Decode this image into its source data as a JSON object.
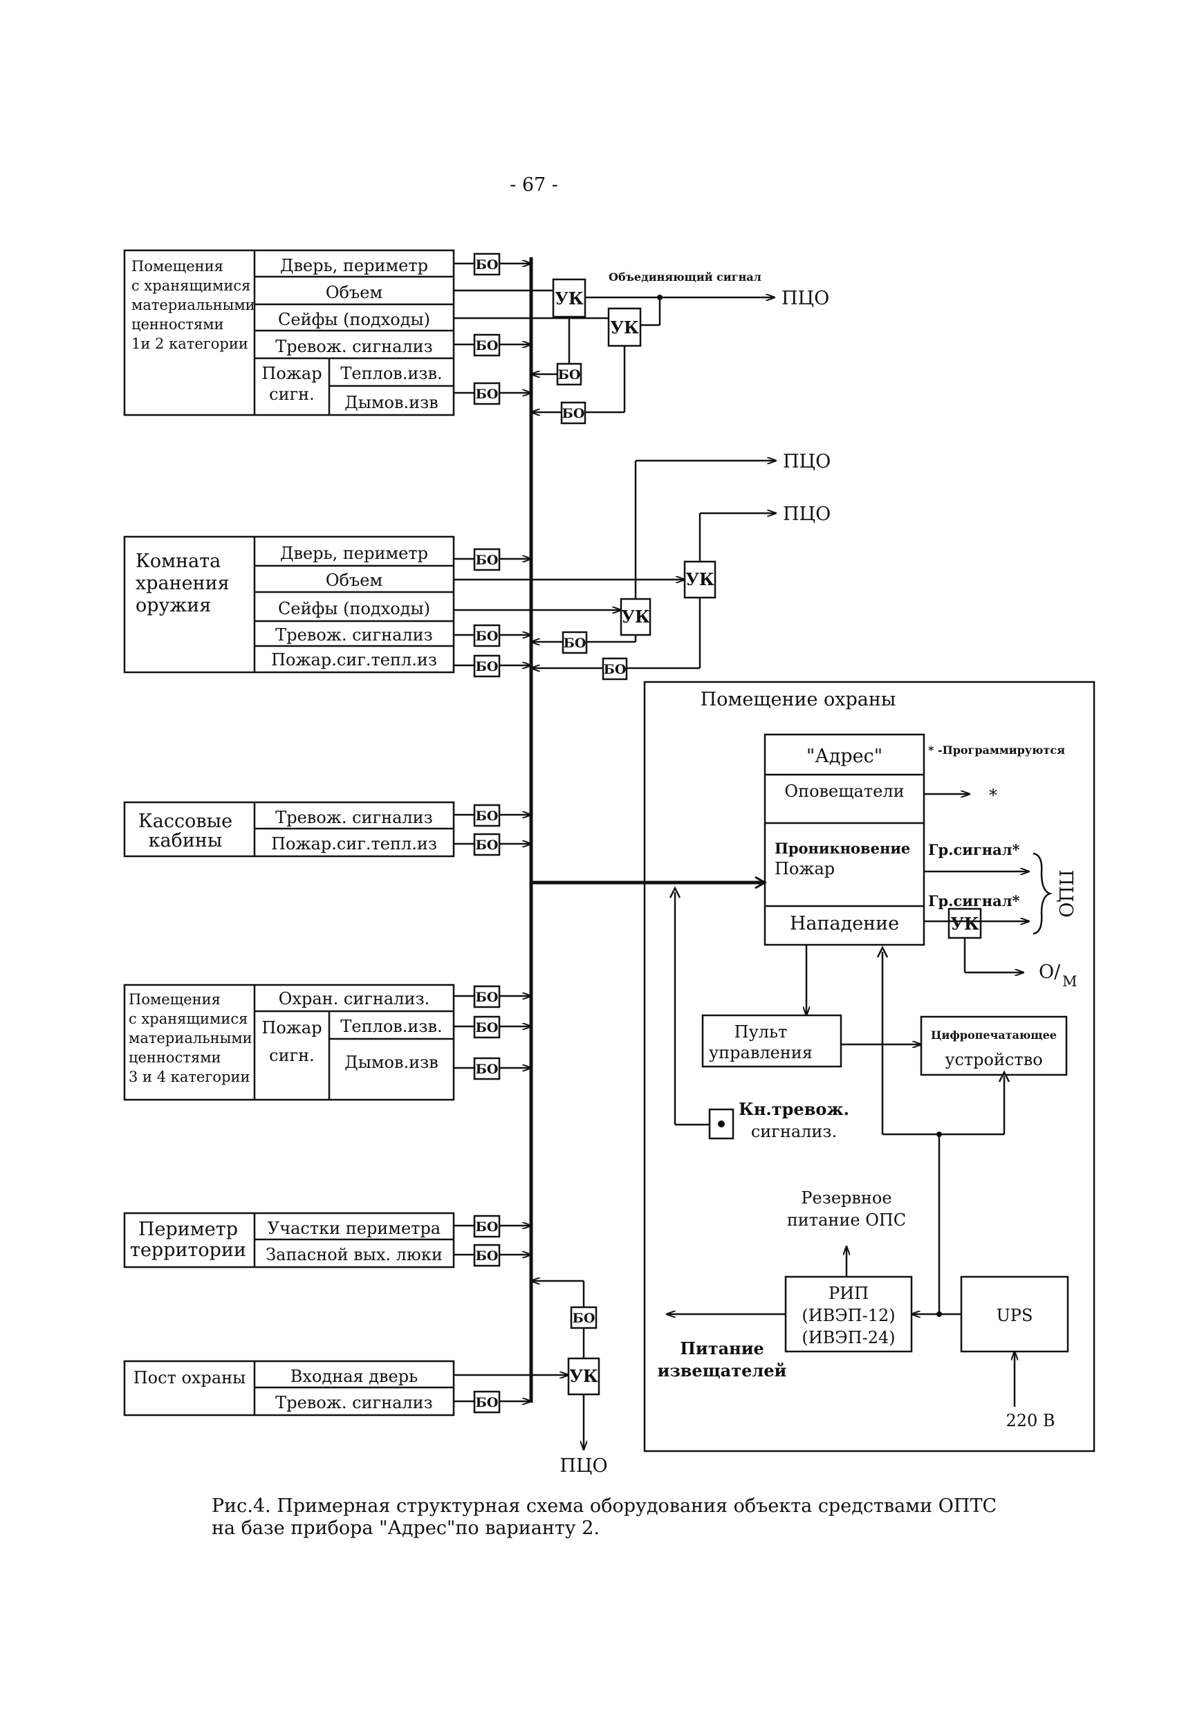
{
  "page_number": "- 67 -",
  "groups": {
    "valuables12": {
      "title_lines": [
        "Помещения",
        "с хранящимися",
        "материальными",
        "ценностями",
        "1и 2 категории"
      ],
      "rows": [
        "Дверь, периметр",
        "Объем",
        "Сейфы (подходы)",
        "Тревож. сигнализ"
      ],
      "fire_label_lines": [
        "Пожар",
        "сигн."
      ],
      "fire_sub": [
        "Теплов.изв.",
        "Дымов.изв"
      ]
    },
    "weapons": {
      "title_lines": [
        "Комната",
        "хранения",
        "оружия"
      ],
      "rows": [
        "Дверь, периметр",
        "Объем",
        "Сейфы (подходы)",
        "Тревож. сигнализ",
        "Пожар.сиг.тепл.из"
      ]
    },
    "cash": {
      "title_lines": [
        "Кассовые",
        "кабины"
      ],
      "rows": [
        "Тревож. сигнализ",
        "Пожар.сиг.тепл.из"
      ]
    },
    "valuables34": {
      "title_lines": [
        "Помещения",
        "с хранящимися",
        "материальными",
        "ценностями",
        "3 и 4 категории"
      ],
      "rows": [
        "Охран. сигнализ."
      ],
      "fire_label_lines": [
        "Пожар",
        "сигн."
      ],
      "fire_sub": [
        "Теплов.изв.",
        "Дымов.изв"
      ]
    },
    "perimeter": {
      "title_lines": [
        "Периметр",
        "территории"
      ],
      "rows": [
        "Участки периметра",
        "Запасной вых. люки"
      ]
    },
    "post": {
      "title_lines": [
        "Пост охраны"
      ],
      "rows": [
        "Входная дверь",
        "Тревож. сигнализ"
      ]
    }
  },
  "labels": {
    "bo": "БО",
    "uk": "УК",
    "pco": "ПЦО",
    "combined_signal": "Объединяющий сигнал"
  },
  "guard_room": {
    "title": "Помещение охраны",
    "address_title": "\"Адрес\"",
    "programmable_note": "* -Программируются",
    "notifiers": "Оповещатели",
    "notifiers_out": "*",
    "intrusion": "Проникновение",
    "fire": "Пожар",
    "attack": "Нападение",
    "group_signal": "Гр.сигнал*",
    "om_main": "О/",
    "om_sub": "М",
    "control_panel": [
      "Пульт",
      "управления"
    ],
    "printer": [
      "Цифропечатающее",
      "устройство"
    ],
    "alarm_button": [
      "Кн.тревож.",
      "сигнализ."
    ],
    "reserve_power": [
      "Резервное",
      "питание ОПС"
    ],
    "rip": [
      "РИП",
      "(ИВЭП-12)",
      "(ИВЭП-24)"
    ],
    "ups": "UPS",
    "detector_power": [
      "Питание",
      "извещателей"
    ],
    "mains": "220 В"
  },
  "caption": [
    "Рис.4. Примерная структурная схема оборудования объекта средствами ОПТС",
    "на базе прибора \"Адрес\"по варианту 2."
  ]
}
